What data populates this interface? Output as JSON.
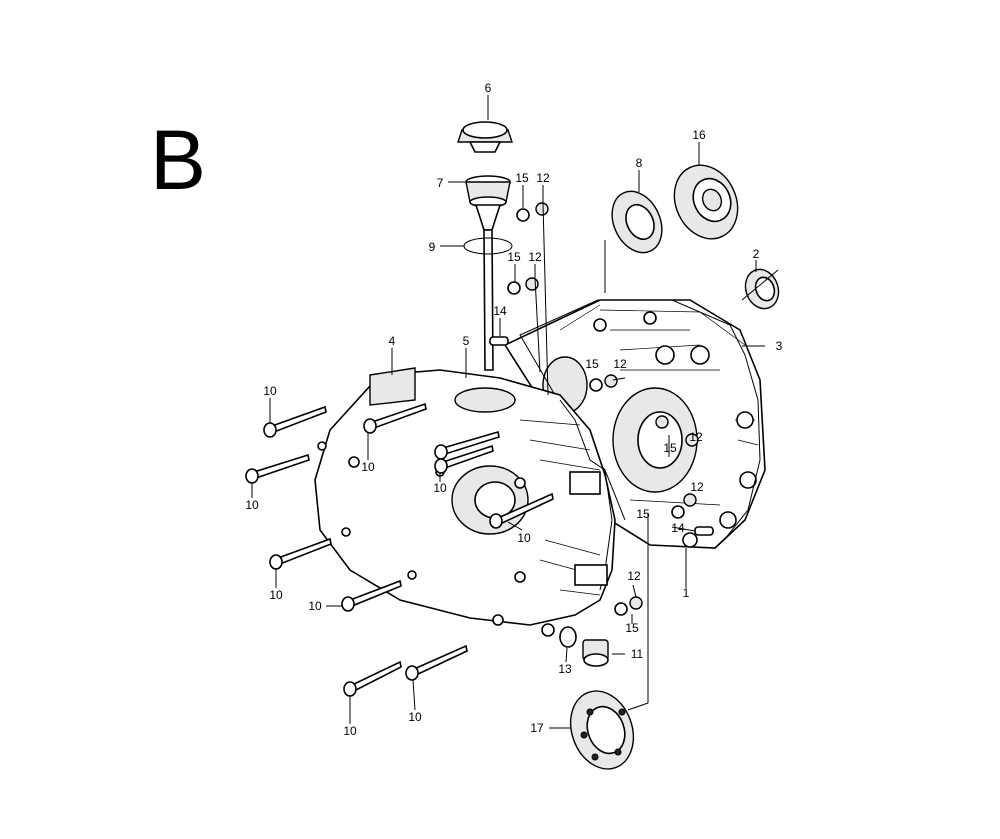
{
  "section_letter": "B",
  "callouts": [
    {
      "id": "c1",
      "label": "1"
    },
    {
      "id": "c2",
      "label": "2"
    },
    {
      "id": "c3",
      "label": "3"
    },
    {
      "id": "c4",
      "label": "4"
    },
    {
      "id": "c5",
      "label": "5"
    },
    {
      "id": "c6",
      "label": "6"
    },
    {
      "id": "c7",
      "label": "7"
    },
    {
      "id": "c8",
      "label": "8"
    },
    {
      "id": "c9",
      "label": "9"
    },
    {
      "id": "c10a",
      "label": "10"
    },
    {
      "id": "c10b",
      "label": "10"
    },
    {
      "id": "c10c",
      "label": "10"
    },
    {
      "id": "c10d",
      "label": "10"
    },
    {
      "id": "c10e",
      "label": "10"
    },
    {
      "id": "c10f",
      "label": "10"
    },
    {
      "id": "c10g",
      "label": "10"
    },
    {
      "id": "c10h",
      "label": "10"
    },
    {
      "id": "c10i",
      "label": "10"
    },
    {
      "id": "c10j",
      "label": "10"
    },
    {
      "id": "c11",
      "label": "11"
    },
    {
      "id": "c12a",
      "label": "12"
    },
    {
      "id": "c12b",
      "label": "12"
    },
    {
      "id": "c12c",
      "label": "12"
    },
    {
      "id": "c12d",
      "label": "12"
    },
    {
      "id": "c12e",
      "label": "12"
    },
    {
      "id": "c12f",
      "label": "12"
    },
    {
      "id": "c13",
      "label": "13"
    },
    {
      "id": "c14a",
      "label": "14"
    },
    {
      "id": "c14b",
      "label": "14"
    },
    {
      "id": "c15a",
      "label": "15"
    },
    {
      "id": "c15b",
      "label": "15"
    },
    {
      "id": "c15c",
      "label": "15"
    },
    {
      "id": "c15d",
      "label": "15"
    },
    {
      "id": "c15e",
      "label": "15"
    },
    {
      "id": "c15f",
      "label": "15"
    },
    {
      "id": "c16",
      "label": "16"
    },
    {
      "id": "c17",
      "label": "17"
    }
  ]
}
